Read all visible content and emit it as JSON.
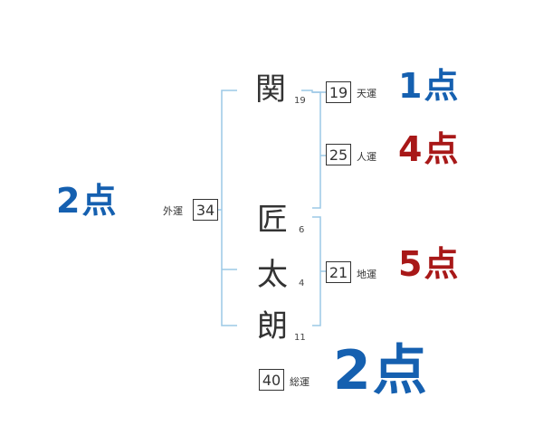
{
  "colors": {
    "bracket": "#9cc8e6",
    "good_score": "#1560b0",
    "bad_score": "#a81818"
  },
  "surname": [
    {
      "char": "関",
      "strokes": "19"
    }
  ],
  "given_name": [
    {
      "char": "匠",
      "strokes": "6"
    },
    {
      "char": "太",
      "strokes": "4"
    },
    {
      "char": "朗",
      "strokes": "11"
    }
  ],
  "fortunes": {
    "tenkaku": {
      "value": "19",
      "label": "天運",
      "score": "1点"
    },
    "jinkaku": {
      "value": "25",
      "label": "人運",
      "score": "4点"
    },
    "chikaku": {
      "value": "21",
      "label": "地運",
      "score": "5点"
    },
    "gaikaku": {
      "value": "34",
      "label": "外運",
      "score": "2点"
    },
    "soukaku": {
      "value": "40",
      "label": "総運",
      "score": "2点"
    }
  }
}
